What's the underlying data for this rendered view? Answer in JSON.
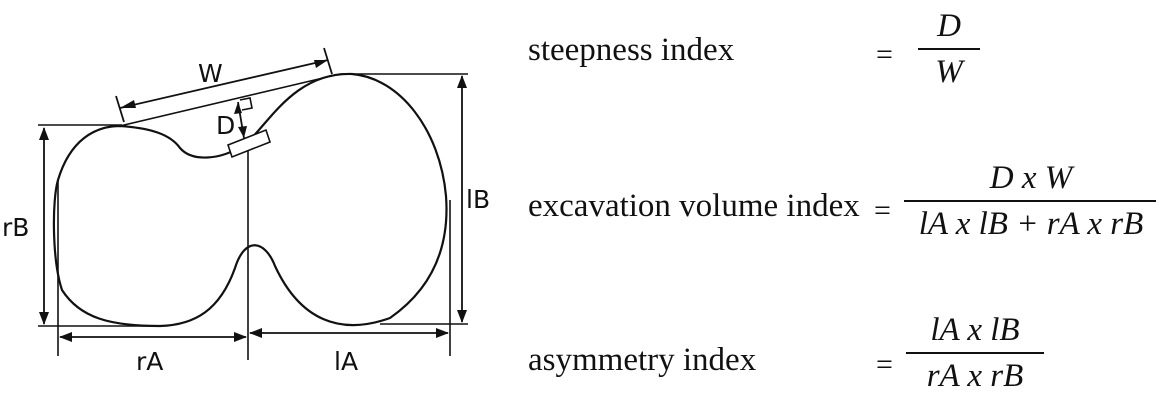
{
  "diagram": {
    "labels": {
      "W": "W",
      "D": "D",
      "rB": "rB",
      "lB": "lB",
      "rA": "rA",
      "lA": "lA"
    }
  },
  "formulas": [
    {
      "name": "steepness index",
      "equals": "=",
      "numerator": "D",
      "denominator": "W"
    },
    {
      "name": "excavation volume index",
      "equals": "=",
      "numerator": "D x W",
      "denominator": "lA x lB + rA x rB"
    },
    {
      "name": "asymmetry index",
      "equals": "=",
      "numerator": "lA x lB",
      "denominator": "rA x rB"
    }
  ]
}
